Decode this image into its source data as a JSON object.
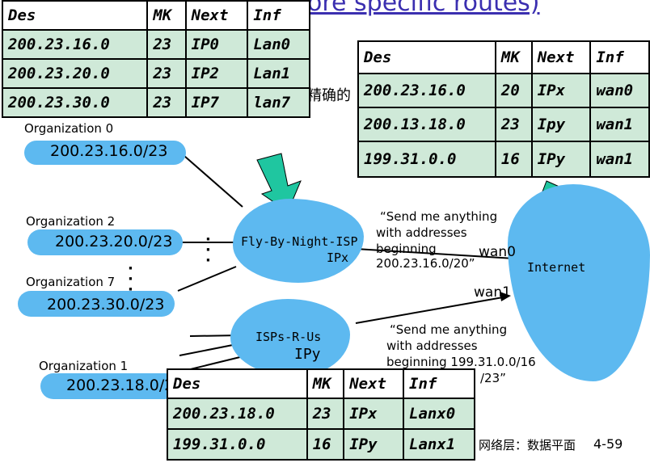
{
  "slide": {
    "title_fragment": "ore specific routes)",
    "cn_fragment": "精确的",
    "footer": "网络层：数据平面",
    "page_number": "4-59"
  },
  "table_org0": {
    "headers": [
      "Des",
      "MK",
      "Next",
      "Inf"
    ],
    "rows": [
      [
        "200.23.16.0",
        "23",
        "IP0",
        "Lan0"
      ],
      [
        "200.23.20.0",
        "23",
        "IP2",
        "Lan1"
      ],
      [
        "200.23.30.0",
        "23",
        "IP7",
        "lan7"
      ]
    ]
  },
  "table_internet": {
    "headers": [
      "Des",
      "MK",
      "Next",
      "Inf"
    ],
    "rows": [
      [
        "200.23.16.0",
        "20",
        "IPx",
        "wan0"
      ],
      [
        "200.13.18.0",
        "23",
        "Ipy",
        "wan1"
      ],
      [
        "199.31.0.0",
        "16",
        "IPy",
        "wan1"
      ]
    ]
  },
  "table_isprus": {
    "headers": [
      "Des",
      "MK",
      "Next",
      "Inf"
    ],
    "rows": [
      [
        "200.23.18.0",
        "23",
        "IPx",
        "Lanx0"
      ],
      [
        "199.31.0.0",
        "16",
        "IPy",
        "Lanx1"
      ]
    ]
  },
  "orgs": {
    "org0": {
      "label": "Organization 0",
      "prefix": "200.23.16.0/23"
    },
    "org2": {
      "label": "Organization 2",
      "prefix": "200.23.20.0/23"
    },
    "org7": {
      "label": "Organization 7",
      "prefix": "200.23.30.0/23"
    },
    "org1": {
      "label": "Organization 1",
      "prefix": "200.23.18.0/2"
    }
  },
  "isps": {
    "flybynight": {
      "name": "Fly-By-Night-ISP",
      "ip": "IPx"
    },
    "isprus": {
      "name": "ISPs-R-Us",
      "ip": "IPy"
    },
    "internet": {
      "name": "Internet",
      "wan0": "wan0",
      "wan1": "wan1"
    }
  },
  "ellipsis": {
    "dots": "·\n·\n·"
  },
  "announcements": {
    "fly_line1": "“Send me anything",
    "fly_line2": "with addresses",
    "fly_line3": "beginning",
    "fly_line4": "200.23.16.0/20”",
    "rus_line1": "“Send me anything",
    "rus_line2": "with addresses",
    "rus_line3": "beginning 199.31.0.0/16",
    "rus_line4": "/23”"
  },
  "colors": {
    "cloud": "#5db9f0",
    "table": "#cfe9d8",
    "arrow": "#1fc6a0",
    "title": "#3b2fb0"
  }
}
